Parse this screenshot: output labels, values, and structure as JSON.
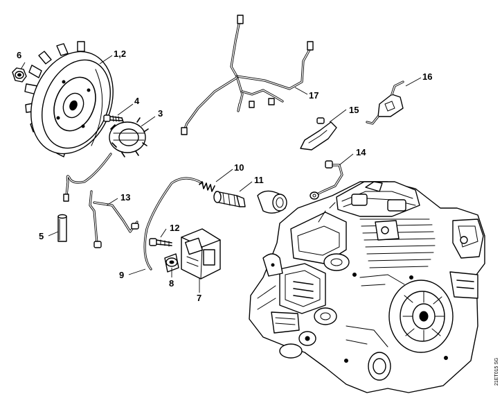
{
  "diagram": {
    "callouts": {
      "c_1_2": "1,2",
      "c_3": "3",
      "c_4": "4",
      "c_5": "5",
      "c_6": "6",
      "c_7": "7",
      "c_8": "8",
      "c_9": "9",
      "c_10": "10",
      "c_11": "11",
      "c_12": "12",
      "c_13": "13",
      "c_14": "14",
      "c_15": "15",
      "c_16": "16",
      "c_17": "17"
    },
    "drawing_code": "21ET015 SG"
  }
}
